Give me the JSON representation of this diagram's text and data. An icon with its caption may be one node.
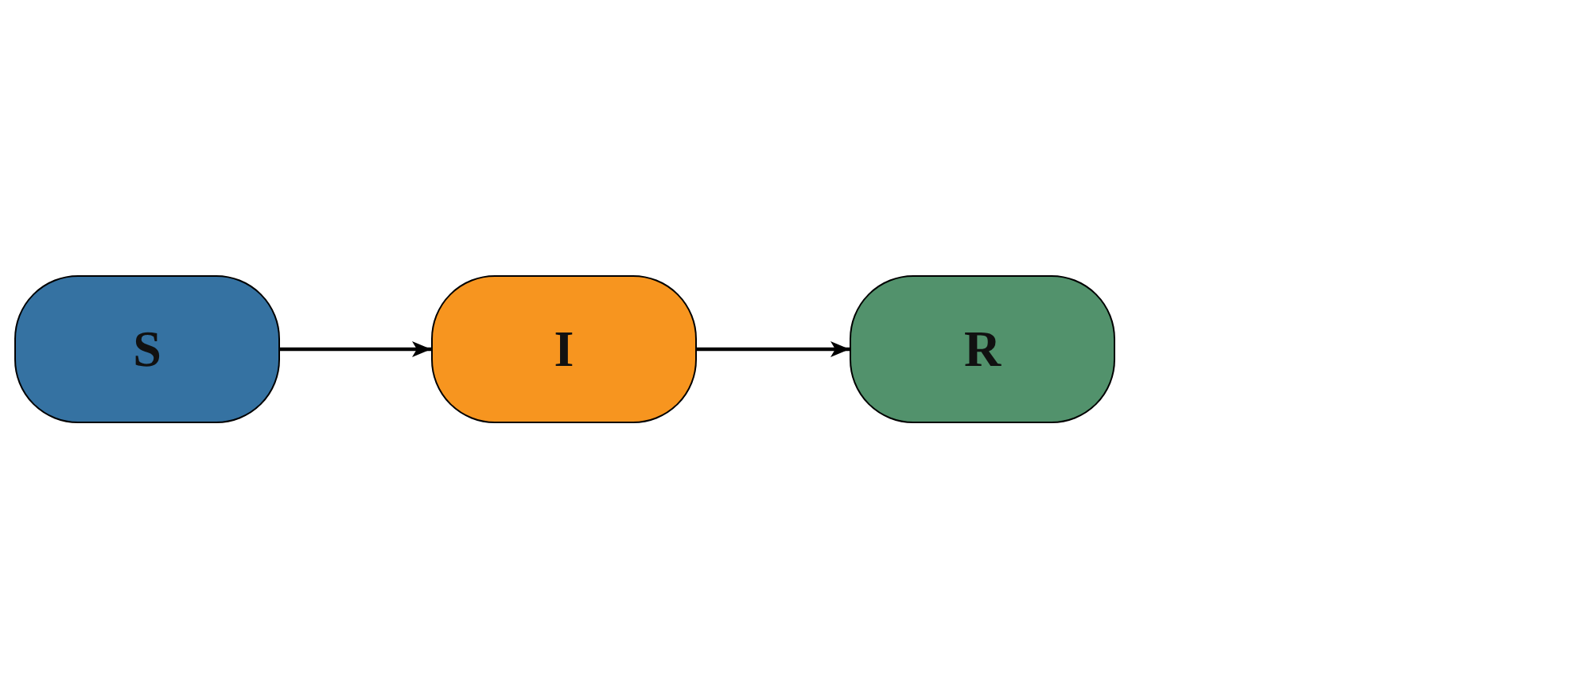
{
  "diagram": {
    "nodes": [
      {
        "text": [
          "S"
        ]
      },
      {
        "text": [
          "I"
        ]
      },
      {
        "text": [
          "R"
        ]
      }
    ],
    "edges": [
      {
        "from": 0,
        "to": 1,
        "arrow": "to"
      },
      {
        "from": 1,
        "to": 2,
        "arrow": "to"
      }
    ]
  }
}
